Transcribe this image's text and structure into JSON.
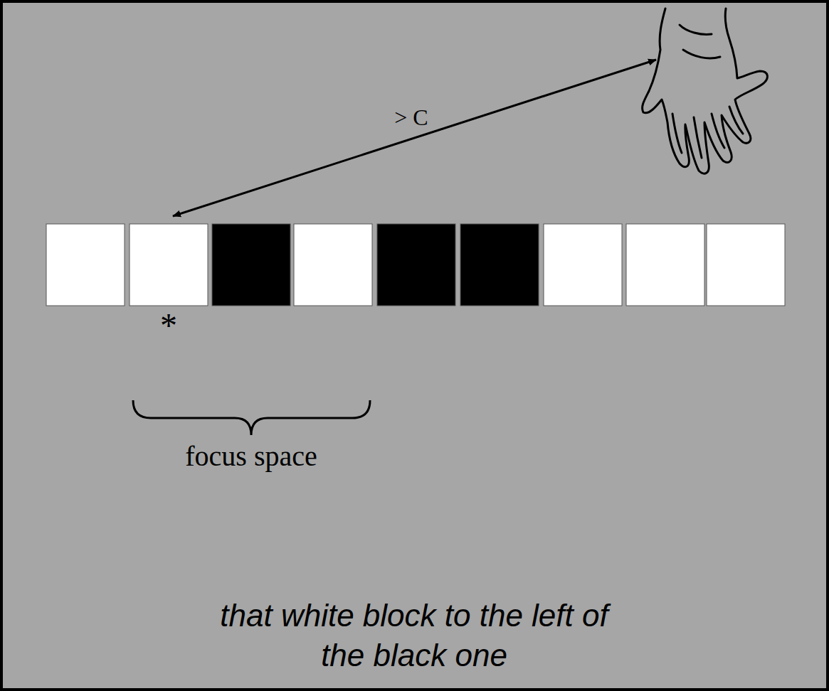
{
  "diagram": {
    "caption": "that white block to the left of the black one",
    "labels": [
      "> C",
      "*",
      "focus space"
    ]
  }
}
